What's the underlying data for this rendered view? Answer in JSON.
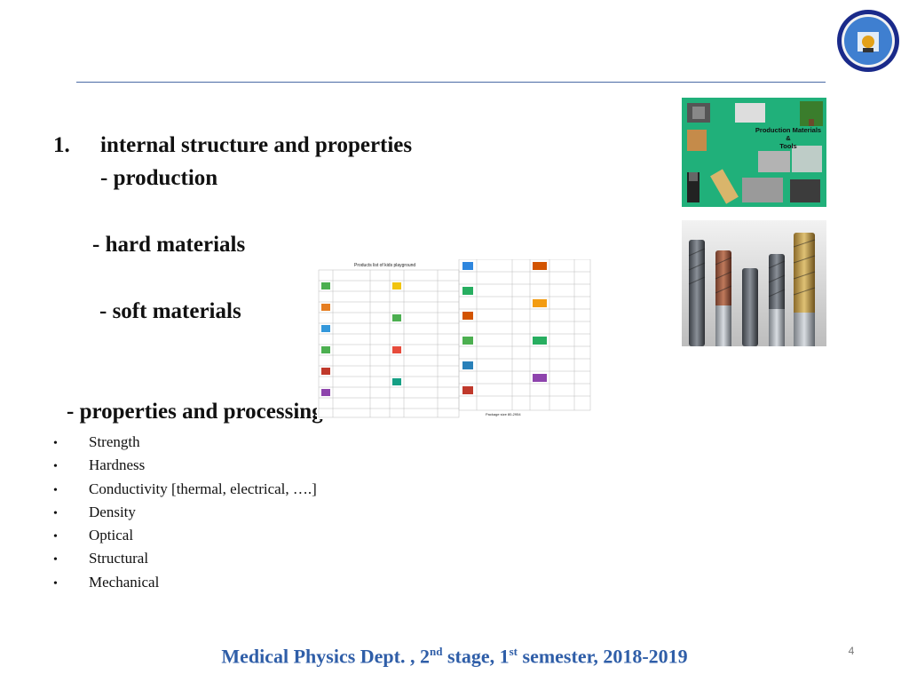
{
  "slide": {
    "item_number": "1.",
    "heading": "internal structure and properties",
    "sub_production": "-  production",
    "sub_hard": "-  hard materials",
    "sub_soft": "-  soft materials",
    "sub_properties": "-  properties and processing",
    "bullet_symbol": "•",
    "bullets": [
      "Strength",
      "Hardness",
      "Conductivity [thermal, electrical, ….]",
      "Density",
      "Optical",
      "Structural",
      "Mechanical"
    ]
  },
  "images": {
    "tools_caption": [
      "Production Materials",
      "&",
      "Tools"
    ],
    "table_title": "Products list of kids playground",
    "table_footer": "Package size 80-2954"
  },
  "footer": {
    "dept": "Medical Physics Dept. , 2",
    "sup1": "nd",
    "mid": " stage, 1",
    "sup2": "st",
    "end": " semester, 2018-2019",
    "page_number": "4"
  },
  "colors": {
    "footer_text": "#2f5ea8",
    "rule": "#4a6aa5",
    "tools_bg": "#20b07a"
  }
}
